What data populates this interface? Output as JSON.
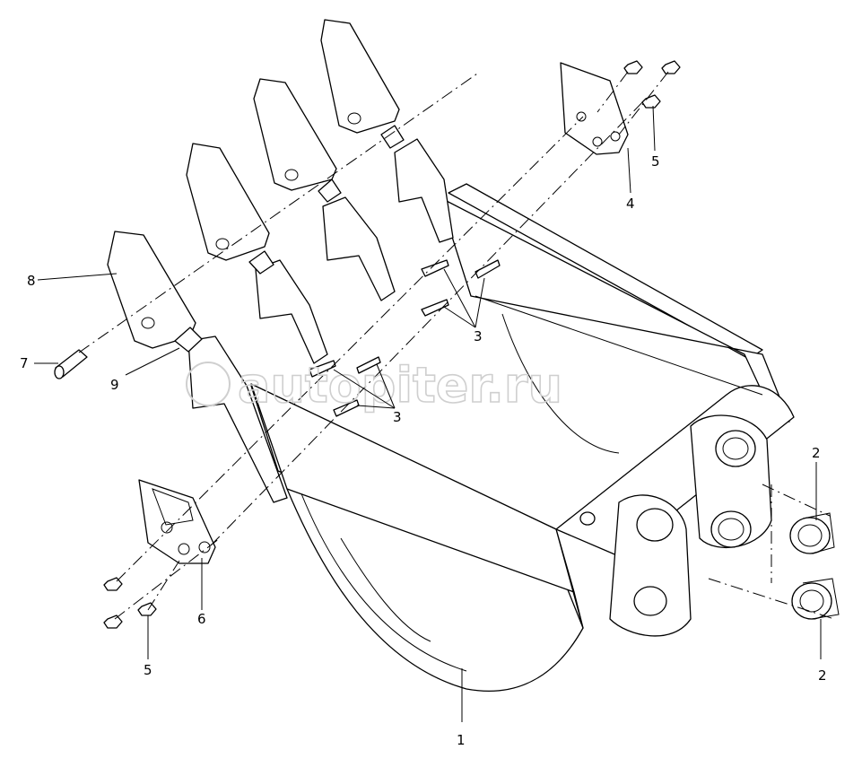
{
  "watermark": "autopiter.ru",
  "callouts": {
    "c1": "1",
    "c2a": "2",
    "c2b": "2",
    "c3a": "3",
    "c3b": "3",
    "c4": "4",
    "c5a": "5",
    "c5b": "5",
    "c6": "6",
    "c7": "7",
    "c8": "8",
    "c9": "9"
  }
}
